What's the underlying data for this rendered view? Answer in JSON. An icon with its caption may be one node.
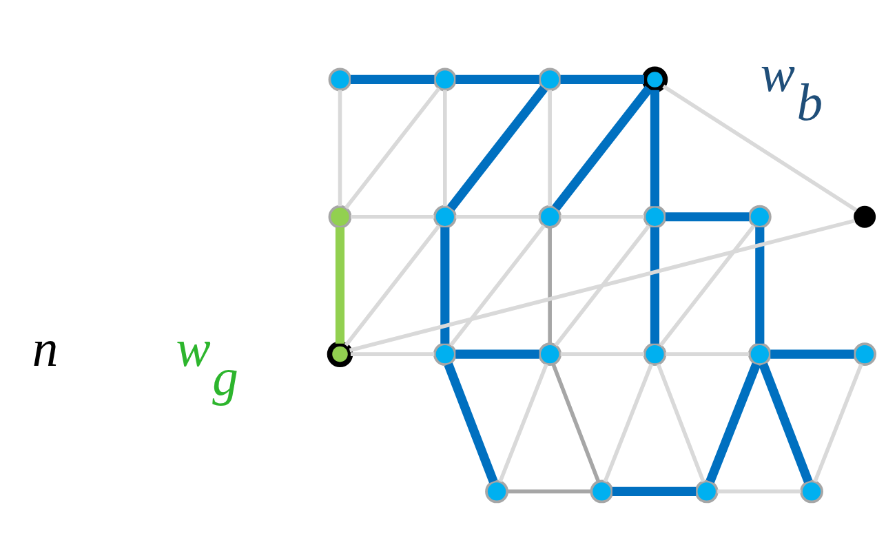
{
  "diagram": {
    "nodes": [
      {
        "text": [],
        "shape": "circle"
      },
      {
        "text": [],
        "shape": "circle"
      },
      {
        "text": [],
        "shape": "circle"
      },
      {
        "text": [],
        "shape": "circle"
      },
      {
        "text": [],
        "shape": "circle"
      },
      {
        "text": [],
        "shape": "circle"
      },
      {
        "text": [],
        "shape": "circle"
      },
      {
        "text": [],
        "shape": "circle"
      },
      {
        "text": [],
        "shape": "circle"
      },
      {
        "text": [],
        "shape": "circle"
      },
      {
        "text": [],
        "shape": "circle"
      },
      {
        "text": [],
        "shape": "circle"
      },
      {
        "text": [],
        "shape": "circle"
      },
      {
        "text": [],
        "shape": "circle"
      },
      {
        "text": [],
        "shape": "circle"
      },
      {
        "text": [],
        "shape": "circle"
      },
      {
        "text": [],
        "shape": "circle"
      },
      {
        "text": [],
        "shape": "circle"
      },
      {
        "text": [],
        "shape": "circle"
      },
      {
        "text": [],
        "shape": "circle"
      }
    ],
    "edges": [
      {
        "from": 0,
        "to": 1,
        "arrow": "none",
        "style": "thick",
        "color": "#0070c0"
      },
      {
        "from": 1,
        "to": 2,
        "arrow": "none",
        "style": "thick",
        "color": "#0070c0"
      },
      {
        "from": 2,
        "to": 3,
        "arrow": "none",
        "style": "thick",
        "color": "#0070c0"
      },
      {
        "from": 0,
        "to": 4,
        "arrow": "none"
      },
      {
        "from": 1,
        "to": 4,
        "arrow": "none"
      },
      {
        "from": 1,
        "to": 5,
        "arrow": "none"
      },
      {
        "from": 2,
        "to": 5,
        "arrow": "none",
        "style": "thick",
        "color": "#0070c0"
      },
      {
        "from": 2,
        "to": 6,
        "arrow": "none"
      },
      {
        "from": 3,
        "to": 6,
        "arrow": "none",
        "style": "thick",
        "color": "#0070c0"
      },
      {
        "from": 3,
        "to": 7,
        "arrow": "none",
        "style": "thick",
        "color": "#0070c0"
      },
      {
        "from": 3,
        "to": 19,
        "arrow": "none"
      },
      {
        "from": 4,
        "to": 5,
        "arrow": "none"
      },
      {
        "from": 5,
        "to": 6,
        "arrow": "none"
      },
      {
        "from": 6,
        "to": 7,
        "arrow": "none"
      },
      {
        "from": 7,
        "to": 8,
        "arrow": "none",
        "style": "thick",
        "color": "#0070c0"
      },
      {
        "from": 4,
        "to": 9,
        "arrow": "none",
        "style": "thick",
        "color": "#92d050"
      },
      {
        "from": 5,
        "to": 9,
        "arrow": "none"
      },
      {
        "from": 5,
        "to": 10,
        "arrow": "none",
        "style": "thick",
        "color": "#0070c0"
      },
      {
        "from": 6,
        "to": 10,
        "arrow": "none"
      },
      {
        "from": 6,
        "to": 11,
        "arrow": "none",
        "color": "#a6a6a6"
      },
      {
        "from": 7,
        "to": 11,
        "arrow": "none"
      },
      {
        "from": 7,
        "to": 12,
        "arrow": "none",
        "style": "thick",
        "color": "#0070c0"
      },
      {
        "from": 8,
        "to": 12,
        "arrow": "none"
      },
      {
        "from": 8,
        "to": 13,
        "arrow": "none",
        "style": "thick",
        "color": "#0070c0"
      },
      {
        "from": 19,
        "to": 9,
        "arrow": "none"
      },
      {
        "from": 9,
        "to": 10,
        "arrow": "none"
      },
      {
        "from": 10,
        "to": 11,
        "arrow": "none",
        "style": "thick",
        "color": "#0070c0"
      },
      {
        "from": 11,
        "to": 12,
        "arrow": "none"
      },
      {
        "from": 12,
        "to": 13,
        "arrow": "none"
      },
      {
        "from": 13,
        "to": 14,
        "arrow": "none",
        "style": "thick",
        "color": "#0070c0"
      },
      {
        "from": 10,
        "to": 15,
        "arrow": "none",
        "style": "thick",
        "color": "#0070c0"
      },
      {
        "from": 11,
        "to": 15,
        "arrow": "none"
      },
      {
        "from": 11,
        "to": 16,
        "arrow": "none",
        "color": "#a6a6a6"
      },
      {
        "from": 12,
        "to": 16,
        "arrow": "none"
      },
      {
        "from": 12,
        "to": 17,
        "arrow": "none"
      },
      {
        "from": 13,
        "to": 17,
        "arrow": "none",
        "style": "thick",
        "color": "#0070c0"
      },
      {
        "from": 13,
        "to": 18,
        "arrow": "none",
        "style": "thick",
        "color": "#0070c0"
      },
      {
        "from": 14,
        "to": 18,
        "arrow": "none"
      },
      {
        "from": 15,
        "to": 16,
        "arrow": "none",
        "color": "#a6a6a6"
      },
      {
        "from": 16,
        "to": 17,
        "arrow": "none",
        "style": "thick",
        "color": "#0070c0"
      },
      {
        "from": 17,
        "to": 18,
        "arrow": "none"
      }
    ],
    "labels": [
      "w$_{b}$",
      "n",
      "w$_{g}$"
    ]
  }
}
